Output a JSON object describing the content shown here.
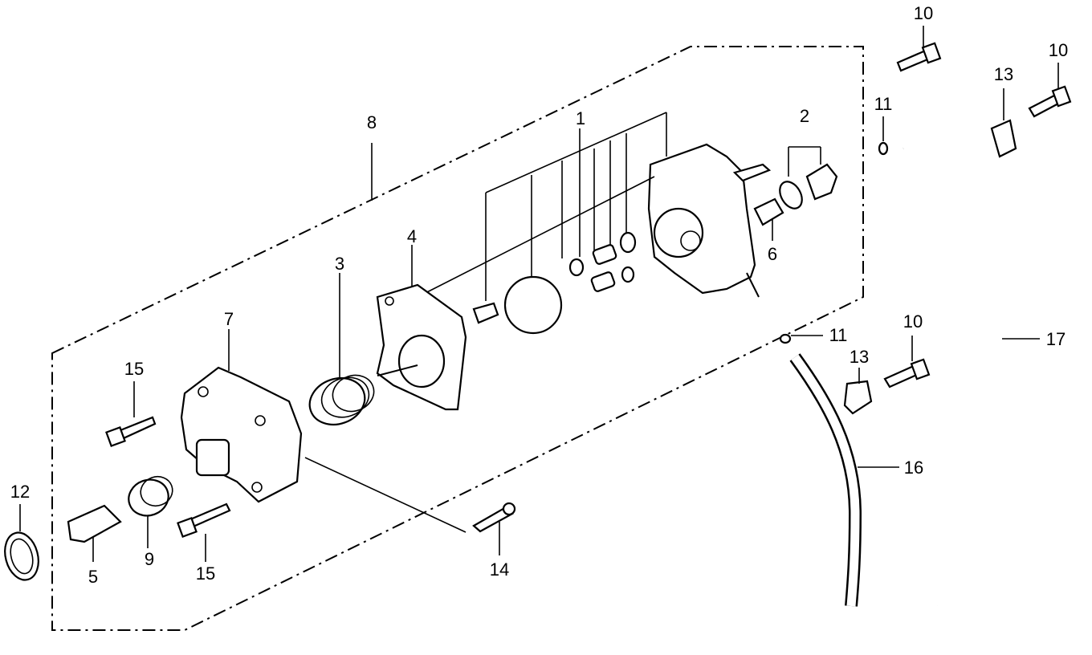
{
  "diagram": {
    "callouts": [
      {
        "id": "c1",
        "text": "1"
      },
      {
        "id": "c2",
        "text": "2"
      },
      {
        "id": "c3",
        "text": "3"
      },
      {
        "id": "c4",
        "text": "4"
      },
      {
        "id": "c5",
        "text": "5"
      },
      {
        "id": "c6",
        "text": "6"
      },
      {
        "id": "c7",
        "text": "7"
      },
      {
        "id": "c8",
        "text": "8"
      },
      {
        "id": "c9",
        "text": "9"
      },
      {
        "id": "c10a",
        "text": "10"
      },
      {
        "id": "c10b",
        "text": "10"
      },
      {
        "id": "c10c",
        "text": "10"
      },
      {
        "id": "c11a",
        "text": "11"
      },
      {
        "id": "c11b",
        "text": "11"
      },
      {
        "id": "c12",
        "text": "12"
      },
      {
        "id": "c13a",
        "text": "13"
      },
      {
        "id": "c13b",
        "text": "13"
      },
      {
        "id": "c14",
        "text": "14"
      },
      {
        "id": "c15a",
        "text": "15"
      },
      {
        "id": "c15b",
        "text": "15"
      },
      {
        "id": "c16",
        "text": "16"
      },
      {
        "id": "c17",
        "text": "17"
      }
    ]
  }
}
